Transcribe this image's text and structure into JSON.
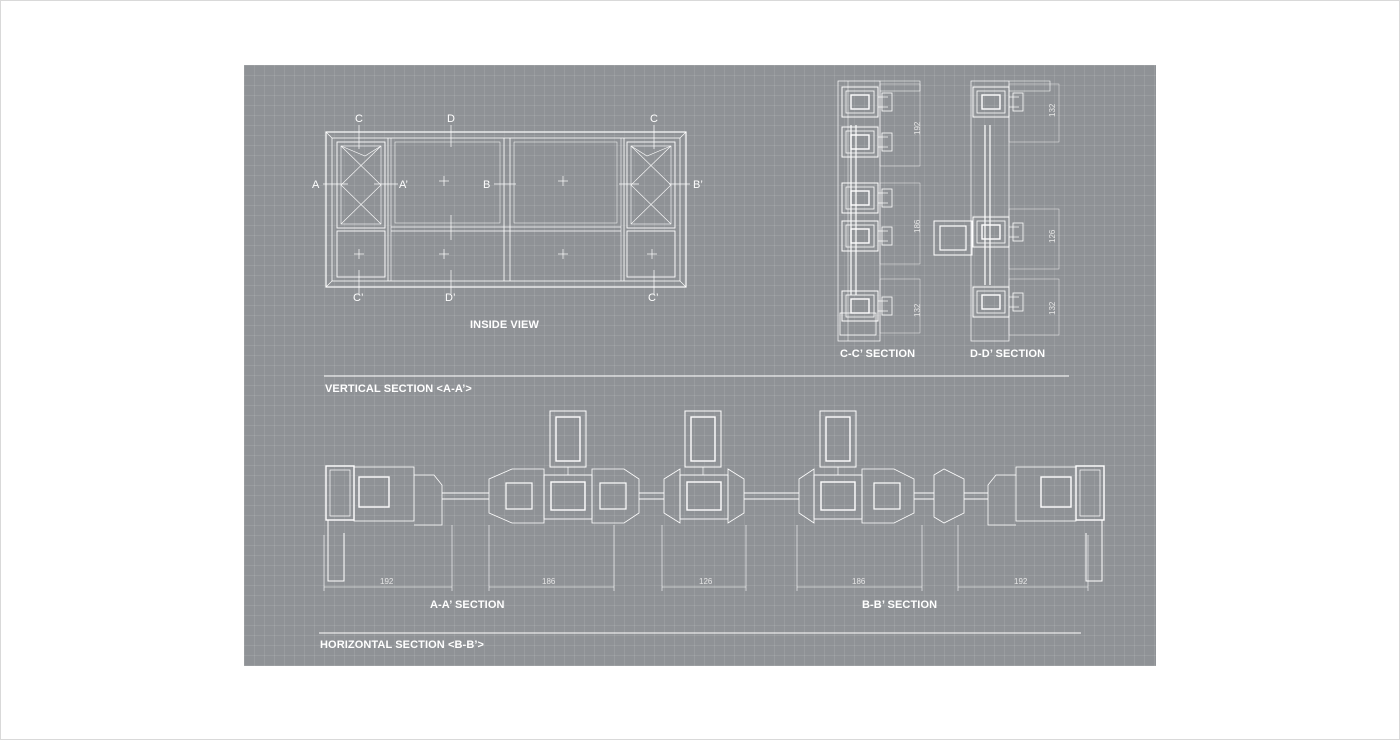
{
  "headings": {
    "inside_view": "INSIDE VIEW",
    "c_section": "C-C’ SECTION",
    "d_section": "D-D’ SECTION",
    "vertical": "VERTICAL SECTION <A-A’>",
    "a_section": "A-A’ SECTION",
    "b_section": "B-B’ SECTION",
    "horizontal": "HORIZONTAL SECTION <B-B’>"
  },
  "markers": {
    "c_top_left": "C",
    "d_top": "D",
    "c_top_right": "C",
    "a": "A",
    "a_prime": "A’",
    "b": "B",
    "b_prime": "B’",
    "c_bottom_left": "C’",
    "d_bottom": "D’",
    "c_bottom_right": "C’"
  },
  "dimensions": {
    "vertical_c": [
      "192",
      "186",
      "132"
    ],
    "vertical_d": [
      "132",
      "126",
      "132"
    ],
    "horizontal": [
      "192",
      "186",
      "126",
      "186",
      "192"
    ]
  },
  "colors": {
    "background": "#8f9296",
    "line": "#ffffff"
  }
}
